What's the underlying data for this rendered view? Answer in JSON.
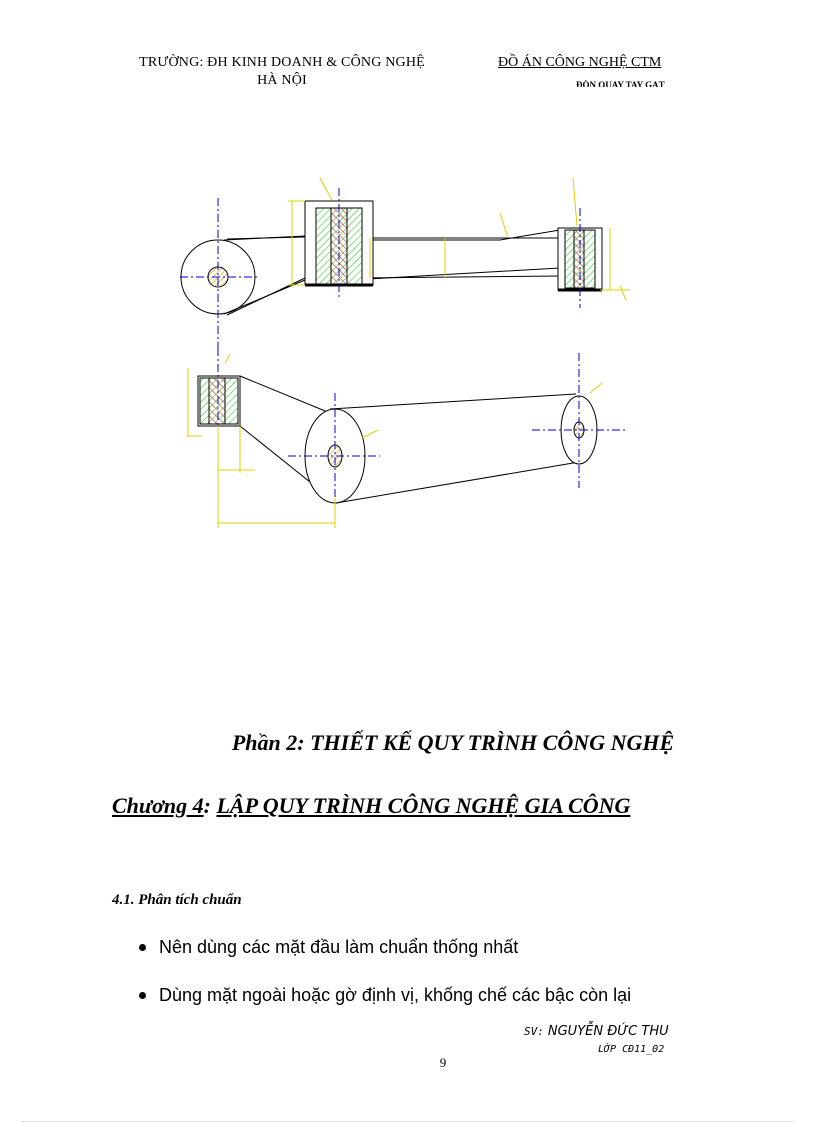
{
  "header": {
    "school_line1": "TRƯỜNG: ĐH KINH DOANH & CÔNG NGHỆ",
    "school_line2": "HÀ NỘI",
    "project_title": "ĐỒ ÁN CÔNG NGHỆ CTM",
    "project_subtitle": "ĐÒN QUAY TAY GẠT"
  },
  "drawing": {
    "description_icon": "technical-drawing-lever-arm",
    "colors": {
      "outline": "#000000",
      "center": "#0000cc",
      "dimension": "#e0d000",
      "hatch_green": "#33cc33",
      "hatch_red": "#e03030"
    }
  },
  "part_title": "Phần 2: THIẾT KẾ QUY TRÌNH CÔNG NGHỆ",
  "chapter": {
    "prefix": "Chương 4",
    "separator": ":",
    "title": "LẬP QUY TRÌNH CÔNG NGHỆ GIA CÔNG"
  },
  "section": {
    "heading": "4.1. Phân tích chuẩn",
    "bullets": [
      "Nên dùng các mặt đầu làm chuẩn thống nhất",
      "Dùng mặt ngoài hoặc gờ định vị, khống chế các bậc còn lại"
    ]
  },
  "footer": {
    "student_label": "SV:",
    "student_name": "NGUYỄN ĐỨC THU",
    "class_label": "LỚP CĐ11_02",
    "page_number": "9"
  }
}
